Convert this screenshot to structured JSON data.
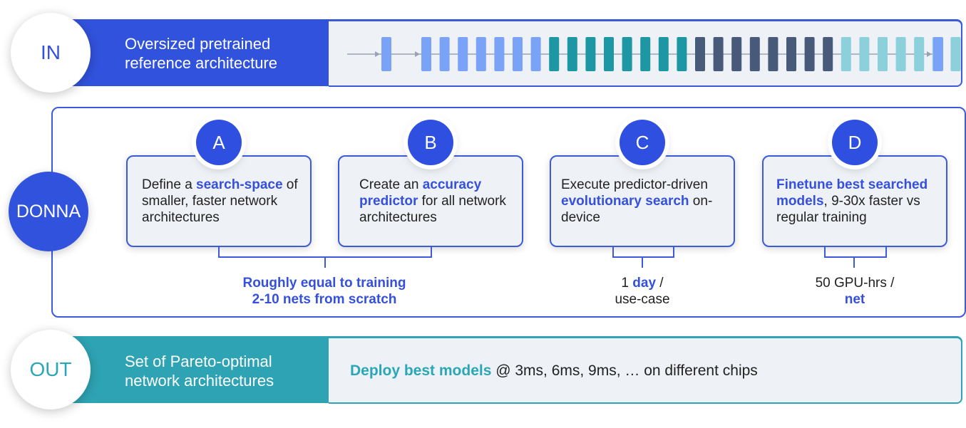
{
  "in_row": {
    "circle_label": "IN",
    "title_lines": [
      "Oversized pretrained",
      "reference architecture"
    ],
    "colors": {
      "band": "#3152dc",
      "panel_border": "#3b5bdb",
      "panel_bg": "#eef1f6"
    },
    "layer_colors": [
      "#7aa2f7",
      "#7aa2f7",
      "#7aa2f7",
      "#7aa2f7",
      "#7aa2f7",
      "#7aa2f7",
      "#7aa2f7",
      "#7aa2f7",
      "#1d97a3",
      "#1d97a3",
      "#1d97a3",
      "#1d97a3",
      "#1d97a3",
      "#1d97a3",
      "#1d97a3",
      "#1d97a3",
      "#485a7a",
      "#485a7a",
      "#485a7a",
      "#485a7a",
      "#485a7a",
      "#485a7a",
      "#485a7a",
      "#485a7a",
      "#8cd0dc",
      "#8cd0dc",
      "#8cd0dc",
      "#8cd0dc",
      "#8cd0dc",
      "#8cd0dc",
      "#8cd0dc",
      "#7aa2f7"
    ]
  },
  "donna": {
    "circle_label": "DONNA",
    "steps": [
      {
        "letter": "A",
        "parts": [
          {
            "t": "Define a ",
            "hl": false
          },
          {
            "t": "search-space",
            "hl": true
          },
          {
            "t": " of smaller, faster network architectures",
            "hl": false
          }
        ]
      },
      {
        "letter": "B",
        "parts": [
          {
            "t": "Create an ",
            "hl": false
          },
          {
            "t": "accuracy predictor",
            "hl": true
          },
          {
            "t": " for all network architectures",
            "hl": false
          }
        ]
      },
      {
        "letter": "C",
        "parts": [
          {
            "t": "Execute predictor-driven ",
            "hl": false
          },
          {
            "t": "evolutionary search",
            "hl": true
          },
          {
            "t": " on-device",
            "hl": false
          }
        ]
      },
      {
        "letter": "D",
        "parts": [
          {
            "t": "Finetune best searched models",
            "hl": true
          },
          {
            "t": ", 9-30x faster vs regular training",
            "hl": false
          }
        ]
      }
    ],
    "notes": {
      "ab_line1": "Roughly equal to training",
      "ab_line2": "2-10 nets from scratch",
      "c_value": "1",
      "c_hl": "day",
      "c_sep": " /",
      "c_line2": "use-case",
      "d_line1": "50 GPU-hrs /",
      "d_hl": "net"
    }
  },
  "out_row": {
    "circle_label": "OUT",
    "title_lines": [
      "Set of Pareto-optimal",
      "network architectures"
    ],
    "deploy_hl": "Deploy best models",
    "deploy_rest": " @ 3ms, 6ms, 9ms, … on different chips",
    "colors": {
      "band": "#2ea3b3",
      "label": "#2aa7b7"
    }
  }
}
